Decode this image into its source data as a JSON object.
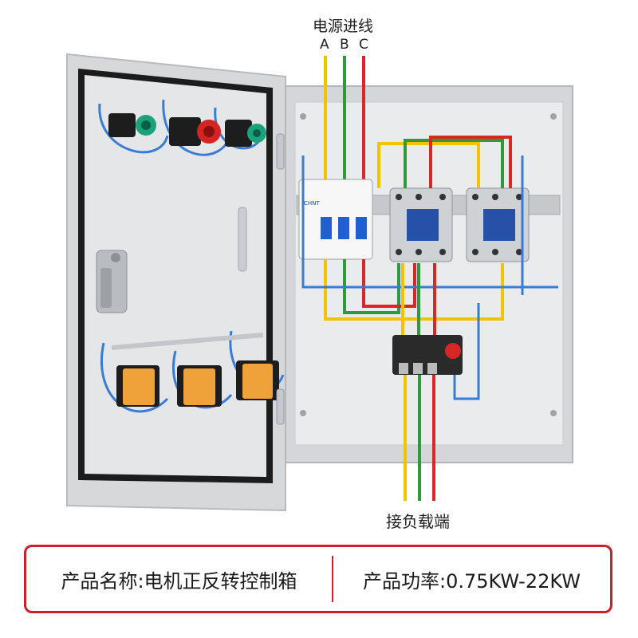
{
  "header": {
    "power_inlet": "电源进线"
  },
  "phases": {
    "a": "A",
    "b": "B",
    "c": "C"
  },
  "footer_label": {
    "load_terminal": "接负载端"
  },
  "info": {
    "product_name": "产品名称:电机正反转控制箱",
    "product_power": "产品功率:0.75KW-22KW"
  },
  "breaker": {
    "brand": "CHNT"
  },
  "colors": {
    "phase_a": "#f2c400",
    "phase_b": "#2f9a3a",
    "phase_c": "#d92626",
    "accent": "#c9202a"
  },
  "icons": [
    "indicator-lamp-icon",
    "push-button-icon",
    "door-lock-icon",
    "hinge-icon"
  ]
}
